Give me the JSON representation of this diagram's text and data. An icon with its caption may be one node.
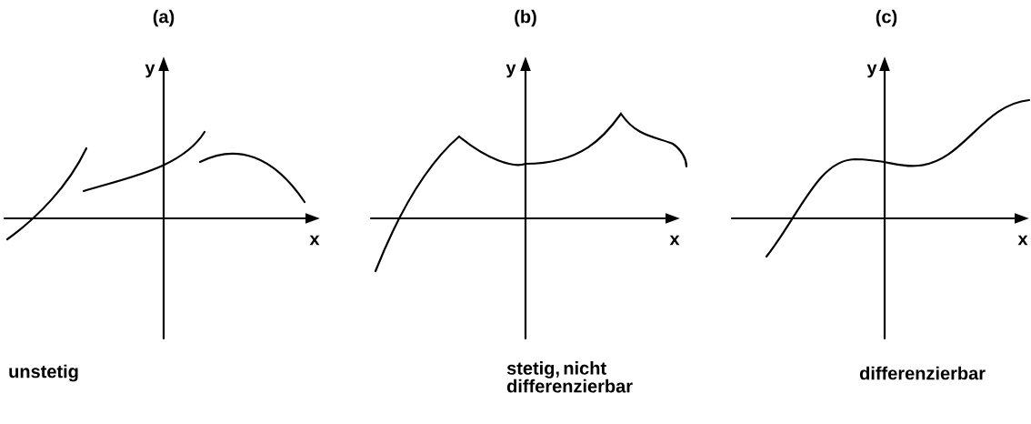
{
  "diagram": {
    "labels": [
      "(a)",
      "(b)",
      "(c)",
      "y",
      "y",
      "y",
      "x",
      "x",
      "x",
      "unstetig",
      "stetig, nicht differenzierbar",
      "differenzierbar"
    ]
  }
}
